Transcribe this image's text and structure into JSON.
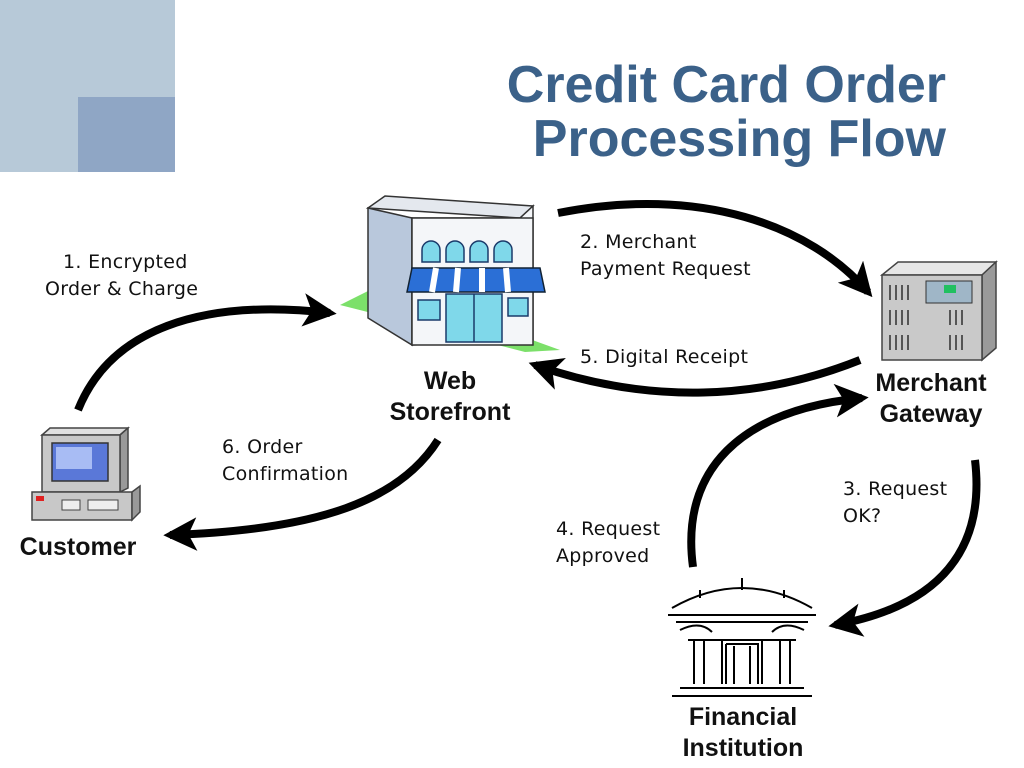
{
  "title": {
    "line1": "Credit Card Order",
    "line2": "Processing Flow"
  },
  "nodes": {
    "web_storefront": {
      "line1": "Web",
      "line2": "Storefront"
    },
    "merchant_gateway": {
      "line1": "Merchant",
      "line2": "Gateway"
    },
    "customer": {
      "line1": "Customer"
    },
    "financial_institution": {
      "line1": "Financial",
      "line2": "Institution"
    }
  },
  "steps": {
    "s1": {
      "line1": "1. Encrypted",
      "line2": "Order & Charge"
    },
    "s2": {
      "line1": "2. Merchant",
      "line2": "Payment Request"
    },
    "s3": {
      "line1": "3. Request",
      "line2": "OK?"
    },
    "s4": {
      "line1": "4. Request",
      "line2": "Approved"
    },
    "s5": {
      "line1": "5. Digital Receipt"
    },
    "s6": {
      "line1": "6. Order",
      "line2": "Confirmation"
    }
  },
  "colors": {
    "title": "#3b6189",
    "arrow": "#000000",
    "storefront_base": "#7ce06a"
  }
}
